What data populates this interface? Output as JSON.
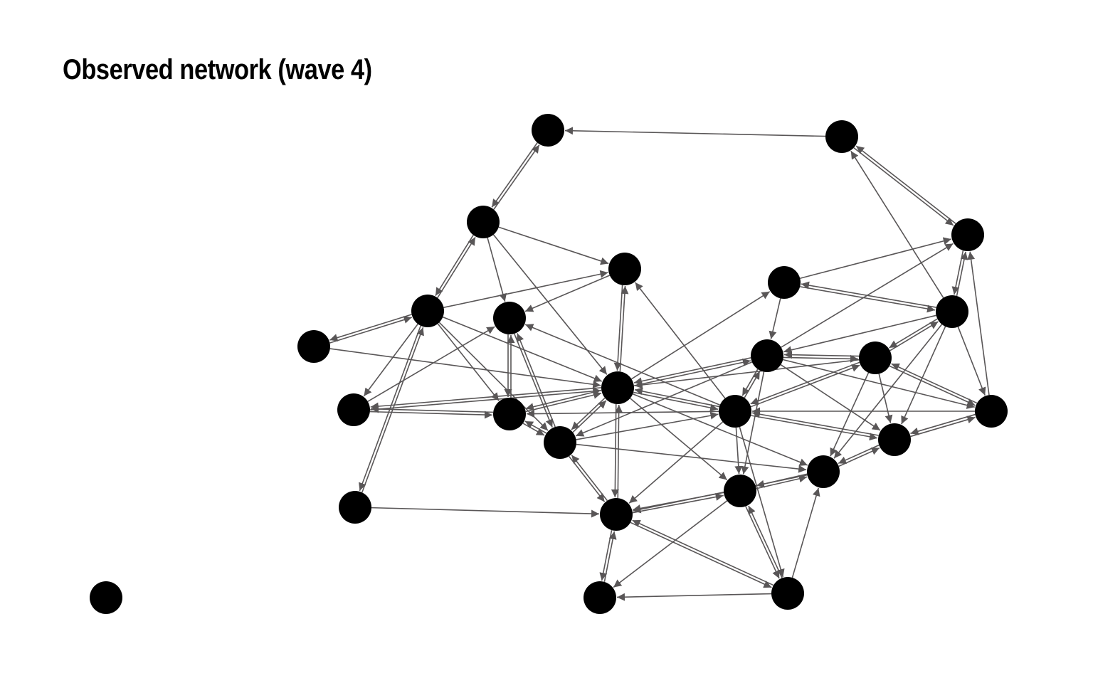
{
  "title": "Observed network (wave 4)",
  "colors": {
    "node": "#000000",
    "edge": "#595657",
    "background": "#ffffff"
  },
  "node_count": 26,
  "edges": [
    [
      2,
      1
    ],
    [
      3,
      1
    ],
    [
      1,
      3
    ],
    [
      3,
      5
    ],
    [
      3,
      8
    ],
    [
      3,
      13
    ],
    [
      3,
      7
    ],
    [
      7,
      3
    ],
    [
      2,
      4
    ],
    [
      4,
      2
    ],
    [
      9,
      2
    ],
    [
      7,
      5
    ],
    [
      7,
      10
    ],
    [
      10,
      7
    ],
    [
      7,
      14
    ],
    [
      7,
      15
    ],
    [
      7,
      18
    ],
    [
      7,
      22
    ],
    [
      7,
      13
    ],
    [
      5,
      8
    ],
    [
      8,
      15
    ],
    [
      15,
      8
    ],
    [
      8,
      18
    ],
    [
      18,
      8
    ],
    [
      16,
      8
    ],
    [
      14,
      8
    ],
    [
      10,
      13
    ],
    [
      14,
      13
    ],
    [
      13,
      14
    ],
    [
      15,
      14
    ],
    [
      14,
      15
    ],
    [
      13,
      5
    ],
    [
      5,
      13
    ],
    [
      16,
      5
    ],
    [
      6,
      9
    ],
    [
      9,
      6
    ],
    [
      6,
      4
    ],
    [
      6,
      11
    ],
    [
      13,
      6
    ],
    [
      11,
      4
    ],
    [
      9,
      11
    ],
    [
      12,
      11
    ],
    [
      11,
      12
    ],
    [
      9,
      12
    ],
    [
      12,
      9
    ],
    [
      9,
      4
    ],
    [
      4,
      9
    ],
    [
      9,
      17
    ],
    [
      9,
      19
    ],
    [
      9,
      20
    ],
    [
      17,
      4
    ],
    [
      13,
      11
    ],
    [
      11,
      13
    ],
    [
      16,
      13
    ],
    [
      13,
      16
    ],
    [
      12,
      13
    ],
    [
      13,
      15
    ],
    [
      15,
      13
    ],
    [
      18,
      13
    ],
    [
      13,
      18
    ],
    [
      11,
      16
    ],
    [
      16,
      11
    ],
    [
      11,
      17
    ],
    [
      11,
      19
    ],
    [
      11,
      21
    ],
    [
      11,
      18
    ],
    [
      12,
      16
    ],
    [
      16,
      12
    ],
    [
      12,
      17
    ],
    [
      12,
      19
    ],
    [
      12,
      20
    ],
    [
      17,
      16
    ],
    [
      17,
      19
    ],
    [
      19,
      17
    ],
    [
      17,
      12
    ],
    [
      19,
      16
    ],
    [
      16,
      19
    ],
    [
      16,
      15
    ],
    [
      16,
      23
    ],
    [
      16,
      21
    ],
    [
      16,
      25
    ],
    [
      13,
      23
    ],
    [
      23,
      13
    ],
    [
      13,
      21
    ],
    [
      13,
      20
    ],
    [
      18,
      23
    ],
    [
      23,
      18
    ],
    [
      18,
      20
    ],
    [
      18,
      16
    ],
    [
      20,
      21
    ],
    [
      21,
      20
    ],
    [
      20,
      19
    ],
    [
      19,
      20
    ],
    [
      20,
      23
    ],
    [
      21,
      23
    ],
    [
      23,
      21
    ],
    [
      22,
      23
    ],
    [
      22,
      7
    ],
    [
      23,
      24
    ],
    [
      24,
      23
    ],
    [
      25,
      23
    ],
    [
      23,
      25
    ],
    [
      21,
      24
    ],
    [
      25,
      24
    ],
    [
      25,
      20
    ],
    [
      21,
      25
    ],
    [
      25,
      21
    ],
    [
      15,
      18
    ],
    [
      18,
      15
    ]
  ]
}
